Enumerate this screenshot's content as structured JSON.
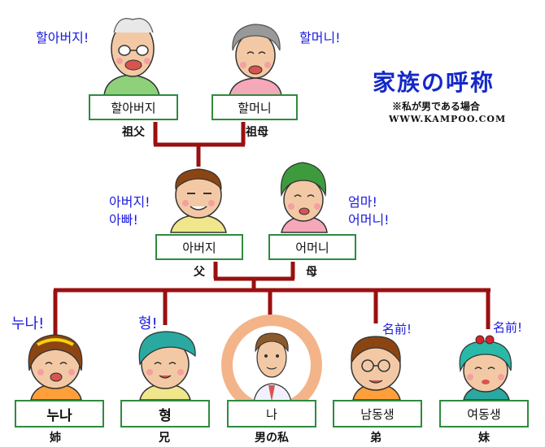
{
  "header": {
    "title": "家族の呼称",
    "note": "※私が男である場合",
    "site": "WWW.KAMPOO.COM"
  },
  "grandfather": {
    "call": "할아버지!",
    "box": "할아버지",
    "hanja": "祖父"
  },
  "grandmother": {
    "call": "할머니!",
    "box": "할머니",
    "hanja": "祖母"
  },
  "father": {
    "call_1": "아버지!",
    "call_2": "아빠!",
    "box": "아버지",
    "hanja": "父"
  },
  "mother": {
    "call_1": "엄마!",
    "call_2": "어머니!",
    "box": "어머니",
    "hanja": "母"
  },
  "sister": {
    "call": "누나!",
    "box": "누나",
    "hanja": "姉"
  },
  "brother": {
    "call": "형!",
    "box": "형",
    "hanja": "兄"
  },
  "me": {
    "box": "나",
    "hanja": "男の私"
  },
  "younger_brother": {
    "call": "名前!",
    "box": "남동생",
    "hanja": "弟"
  },
  "younger_sister": {
    "call": "名前!",
    "box": "여동생",
    "hanja": "妹"
  },
  "colors": {
    "line": "#9a1010",
    "box_border": "#2e8b3e",
    "call_text": "#1a1ae0",
    "title": "#1428c8",
    "highlight": "#f3b48a"
  }
}
